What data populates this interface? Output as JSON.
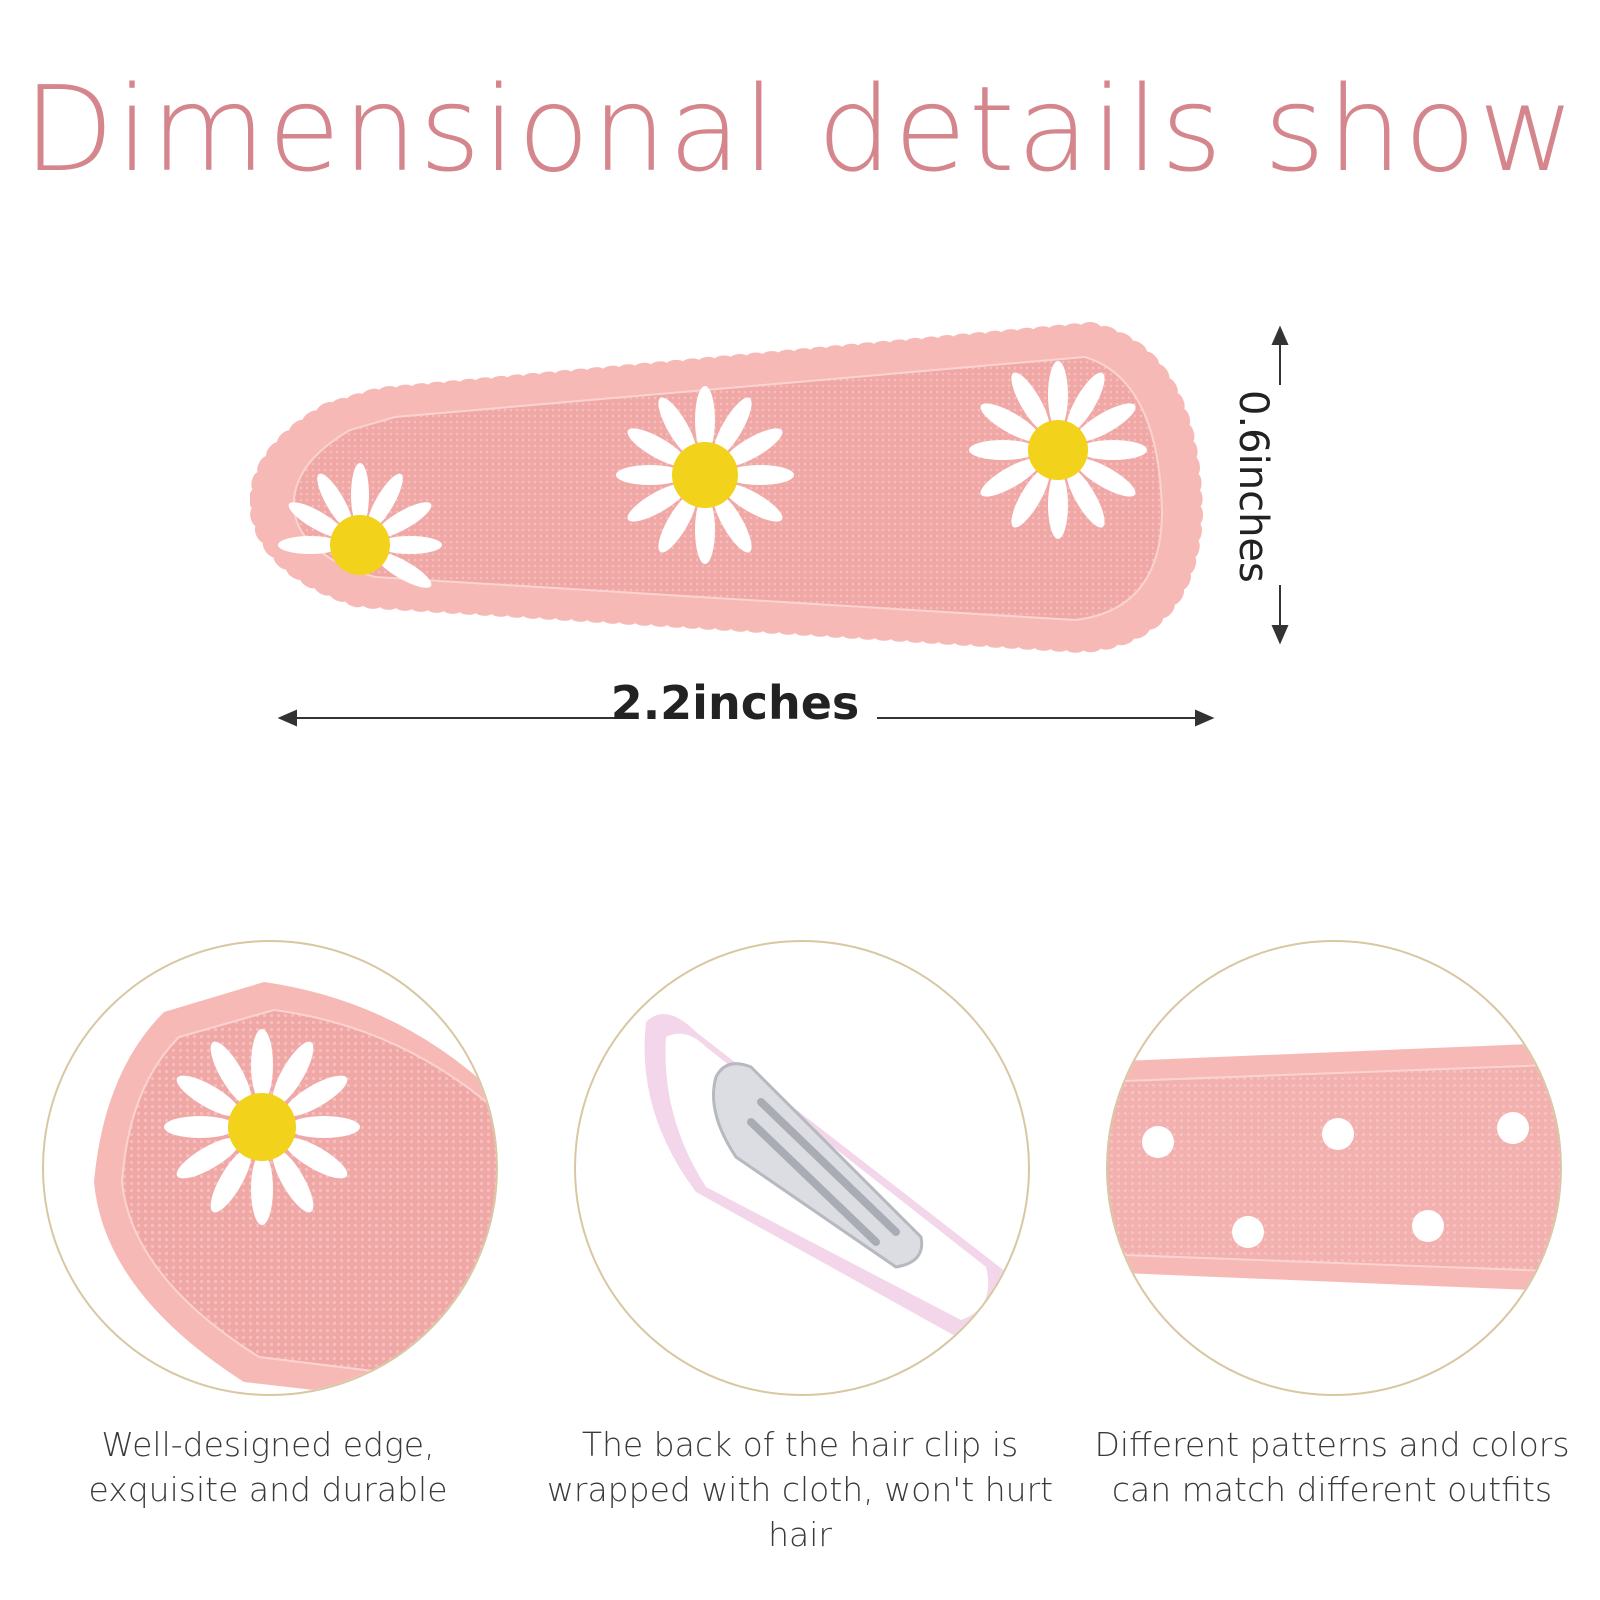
{
  "title": "Dimensional details show",
  "dimensions": {
    "width_label": "2.2inches",
    "height_label": "0.6inches"
  },
  "features": [
    {
      "caption_line1": "Well-designed edge,",
      "caption_line2": "exquisite and durable"
    },
    {
      "caption_line1": "The back of the hair clip is",
      "caption_line2": "wrapped with cloth, won't hurt hair"
    },
    {
      "caption_line1": "Different patterns and colors",
      "caption_line2": "can match different outfits"
    }
  ],
  "colors": {
    "title": "#d4868c",
    "clip_pink": "#f1aaa8",
    "clip_edge": "#f6b9b6",
    "daisy_petal": "#ffffff",
    "daisy_center": "#f3d21b",
    "circle_border": "#d8c7a3",
    "clip_back_lilac": "#f3d6ea"
  }
}
